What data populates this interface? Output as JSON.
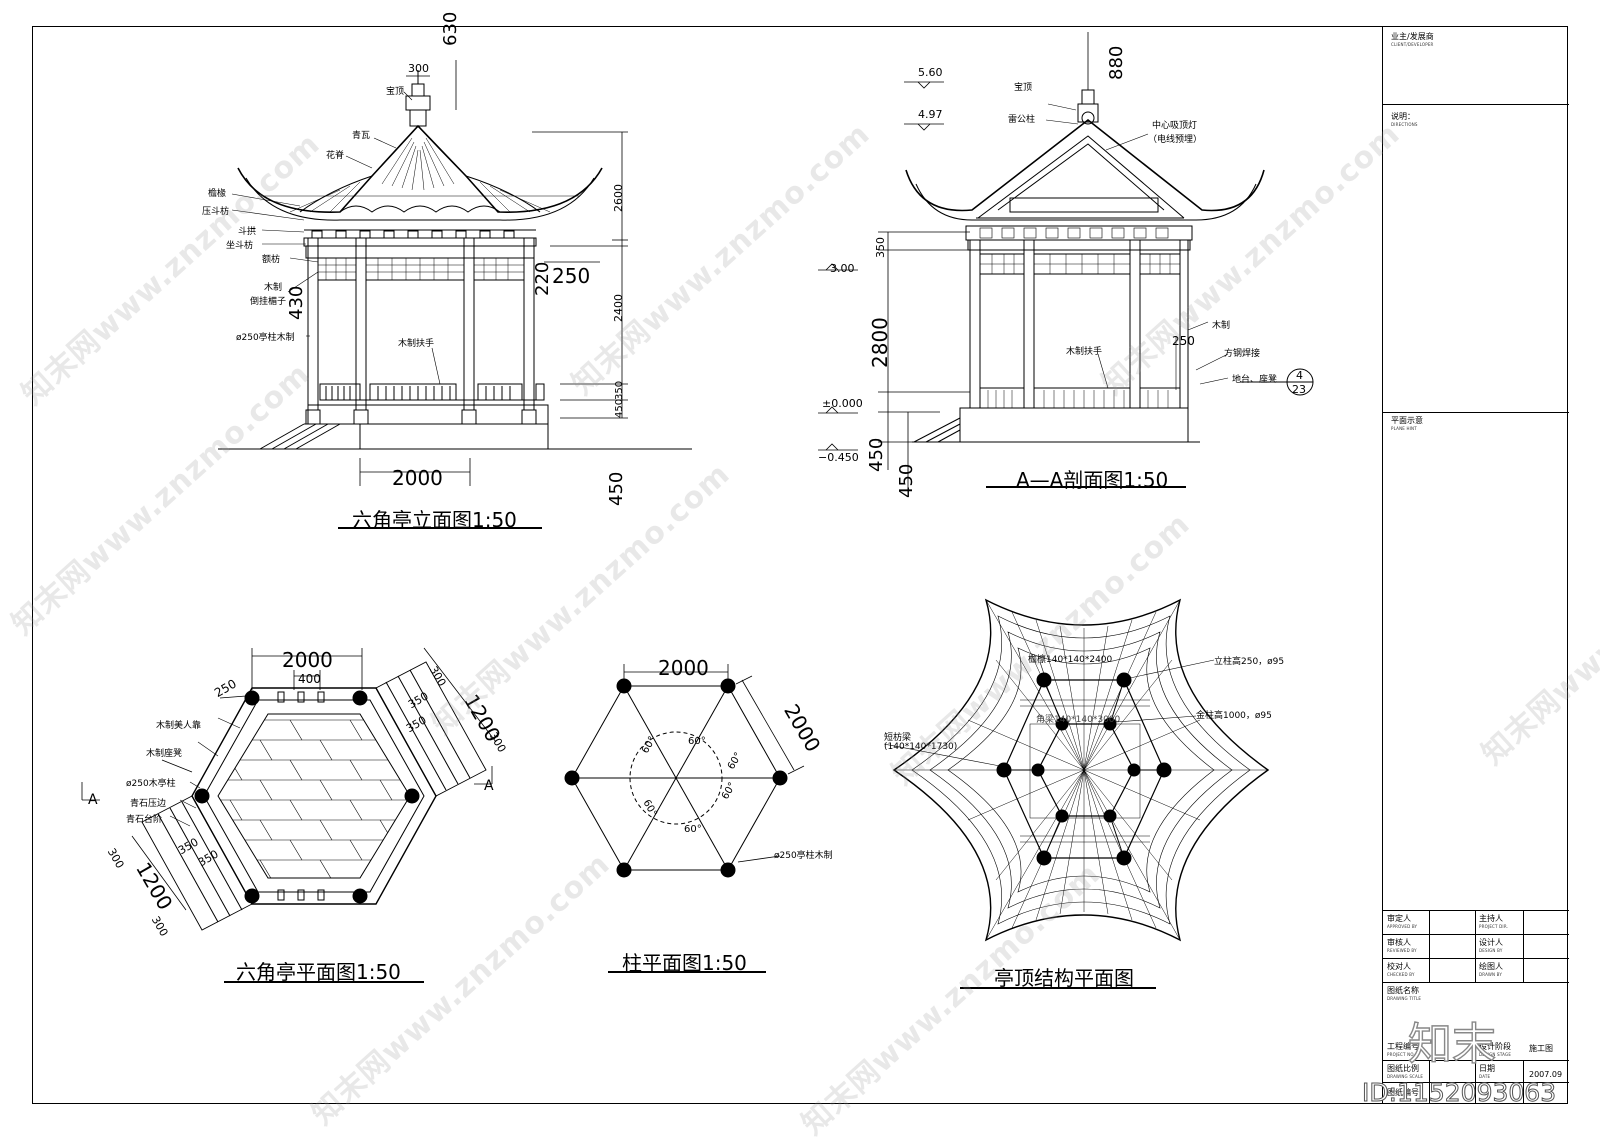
{
  "titles": {
    "elevation": "六角亭立面图1:50",
    "section": "A—A剖面图1:50",
    "plan": "六角亭平面图1:50",
    "column_plan": "柱平面图1:50",
    "roof_plan": "亭顶结构平面图"
  },
  "elevation": {
    "labels": [
      "宝顶",
      "青瓦",
      "花脊",
      "檐椽",
      "压斗枋",
      "斗拱",
      "坐斗枋",
      "额枋",
      "木制",
      "倒挂楣子",
      "ø250亭柱木制",
      "木制扶手"
    ],
    "dims": {
      "d300": "300",
      "d630": "630",
      "d2600": "2600",
      "d220": "220",
      "d250": "250",
      "d2400": "2400",
      "d430": "430",
      "d350": "350",
      "d450a": "450",
      "d450b": "450",
      "d2000": "2000"
    }
  },
  "section": {
    "labels": [
      "宝顶",
      "雷公柱",
      "中心吸顶灯",
      "（电线预埋）",
      "木制扶手",
      "木制",
      "方钢焊接",
      "地台、座凳"
    ],
    "levels": {
      "l560": "5.60",
      "l497": "4.97",
      "l300": "3.00",
      "l000": "±0.000",
      "lm045": "−0.450"
    },
    "dims": {
      "d880": "880",
      "d350": "350",
      "d2800": "2800",
      "d250": "250",
      "d450a": "450",
      "d450b": "450"
    },
    "callout": {
      "top": "4",
      "bottom": "23"
    }
  },
  "plan": {
    "labels": [
      "木制美人靠",
      "木制座凳",
      "ø250木亭柱",
      "青石压边",
      "青石台阶"
    ],
    "dims": {
      "d2000": "2000",
      "d400": "400",
      "d250": "250",
      "d300a": "300",
      "d1200a": "1200",
      "d300b": "300",
      "d350a": "350",
      "d350b": "350",
      "d300c": "300",
      "d1200b": "1200",
      "d300d": "300",
      "d350c": "350",
      "d350d": "350"
    },
    "section_marks": [
      "A",
      "A"
    ]
  },
  "column_plan": {
    "dims": {
      "d2000a": "2000",
      "d2000b": "2000"
    },
    "angles": [
      "60°",
      "60°",
      "60°",
      "60°",
      "60°",
      "60°"
    ],
    "label": "ø250亭柱木制"
  },
  "roof_plan": {
    "labels": [
      "檐檩140*140*2400",
      "立柱高250，ø95",
      "角梁140*140*3000",
      "金柱高1000，ø95",
      "短枋梁",
      "(140*140*1730)"
    ]
  },
  "title_block": {
    "client": "业主/发展商",
    "client_en": "CLIENT/DEVELOPER",
    "notes": "说明：",
    "notes_en": "DIRECTIONS",
    "key_plan": "平面示意",
    "key_plan_en": "PLANE HINT",
    "approved": "审定人",
    "approved_en": "APPROVED BY",
    "chief": "主持人",
    "chief_en": "PROJECT DIR.",
    "reviewed": "审核人",
    "reviewed_en": "REVIEWED BY",
    "designer": "设计人",
    "designer_en": "DESIGN BY",
    "checked": "校对人",
    "checked_en": "CHECKED BY",
    "drawn": "绘图人",
    "drawn_en": "DRAWN BY",
    "drawing_title": "图纸名称",
    "drawing_title_en": "DRAWING TITLE",
    "project_no": "工程编号",
    "project_no_en": "PROJECT NO.",
    "stage": "设计阶段",
    "stage_en": "DESIGN STAGE",
    "stage_value": "施工图",
    "scale": "图纸比例",
    "scale_en": "DRAWING SCALE",
    "date": "日期",
    "date_en": "DATE",
    "date_value": "2007.09",
    "drawing_no": "图纸编号"
  },
  "watermark": {
    "text": "知末网www.znzmo.com",
    "logo": "知末",
    "id": "ID:1152093063"
  }
}
